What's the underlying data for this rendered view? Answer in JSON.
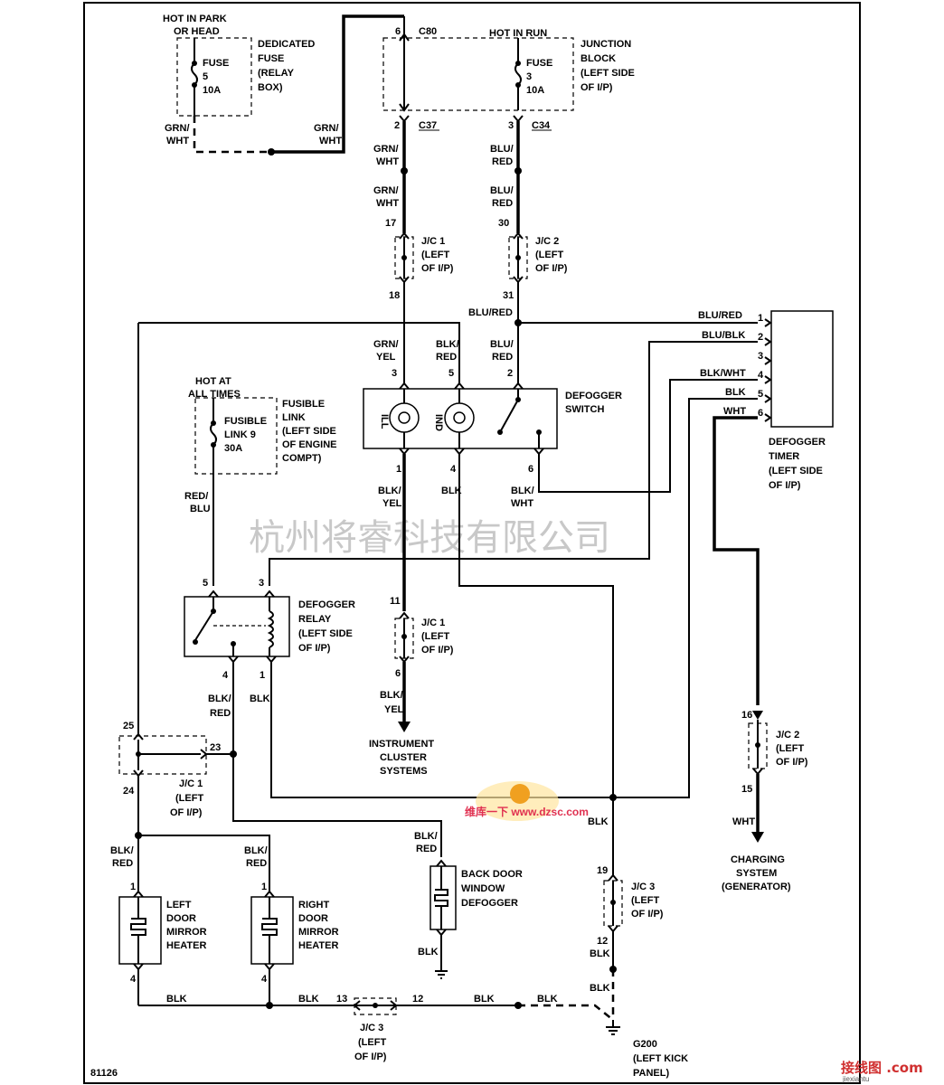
{
  "fuse_box_1": {
    "hot_label": [
      "HOT IN PARK",
      "OR HEAD"
    ],
    "fuse": [
      "FUSE",
      "5",
      "10A"
    ],
    "location": [
      "DEDICATED",
      "FUSE",
      "(RELAY",
      "BOX)"
    ]
  },
  "junction_block": {
    "hot_label": "HOT IN RUN",
    "fuse": [
      "FUSE",
      "3",
      "10A"
    ],
    "location": [
      "JUNCTION",
      "BLOCK",
      "(LEFT SIDE",
      "OF I/P)"
    ],
    "connector_top": "C80",
    "connector_c37": "C37",
    "connector_c34": "C34"
  },
  "fusible_link": {
    "hot_label": [
      "HOT AT",
      "ALL TIMES"
    ],
    "fuse": [
      "FUSIBLE",
      "LINK 9",
      "30A"
    ],
    "location": [
      "FUSIBLE",
      "LINK",
      "(LEFT SIDE",
      "OF ENGINE",
      "COMPT)"
    ]
  },
  "defogger_switch": {
    "name": [
      "DEFOGGER",
      "SWITCH"
    ],
    "ill": "ILL",
    "ind": "IND"
  },
  "defogger_timer": {
    "name": [
      "DEFOGGER",
      "TIMER",
      "(LEFT SIDE",
      "OF I/P)"
    ]
  },
  "defogger_relay": {
    "name": [
      "DEFOGGER",
      "RELAY",
      "(LEFT SIDE",
      "OF I/P)"
    ]
  },
  "jc_labels": {
    "jc1_top": [
      "J/C 1",
      "(LEFT",
      "OF I/P)"
    ],
    "jc2_top": [
      "J/C 2",
      "(LEFT",
      "OF I/P)"
    ],
    "jc1_mid": [
      "J/C 1",
      "(LEFT",
      "OF I/P)"
    ],
    "jc1_left": [
      "J/C 1",
      "(LEFT",
      "OF I/P)"
    ],
    "jc2_right": [
      "J/C 2",
      "(LEFT",
      "OF I/P)"
    ],
    "jc3_right": [
      "J/C 3",
      "(LEFT",
      "OF I/P)"
    ],
    "jc3_bottom": [
      "J/C 3",
      "(LEFT",
      "OF I/P)"
    ]
  },
  "loads": {
    "instrument": [
      "INSTRUMENT",
      "CLUSTER",
      "SYSTEMS"
    ],
    "charging": [
      "CHARGING",
      "SYSTEM",
      "(GENERATOR)"
    ],
    "left_mirror": [
      "LEFT",
      "DOOR",
      "MIRROR",
      "HEATER"
    ],
    "right_mirror": [
      "RIGHT",
      "DOOR",
      "MIRROR",
      "HEATER"
    ],
    "back_door": [
      "BACK DOOR",
      "WINDOW",
      "DEFOGGER"
    ],
    "ground": [
      "G200",
      "(LEFT KICK",
      "PANEL)"
    ]
  },
  "wire_colors": {
    "grn_wht": [
      "GRN/",
      "WHT"
    ],
    "blu_red": [
      "BLU/",
      "RED"
    ],
    "grn_yel": [
      "GRN/",
      "YEL"
    ],
    "blk_red": [
      "BLK/",
      "RED"
    ],
    "blk_yel": [
      "BLK/",
      "YEL"
    ],
    "blk_wht": [
      "BLK/",
      "WHT"
    ],
    "red_blu": [
      "RED/",
      "BLU"
    ],
    "blk": "BLK",
    "wht": "WHT",
    "blu_red_inline": "BLU/RED",
    "blu_blk_inline": "BLU/BLK",
    "blk_wht_inline": "BLK/WHT"
  },
  "pins": {
    "p1": "1",
    "p2": "2",
    "p3": "3",
    "p4": "4",
    "p5": "5",
    "p6": "6",
    "p11": "11",
    "p12": "12",
    "p13": "13",
    "p15": "15",
    "p16": "16",
    "p17": "17",
    "p18": "18",
    "p19": "19",
    "p23": "23",
    "p24": "24",
    "p25": "25",
    "p30": "30",
    "p31": "31"
  },
  "watermark_company": "杭州将睿科技有限公司",
  "watermark_site": "维库一下 www.dzsc.com",
  "corner_logo": "接线图 .com",
  "corner_logo_sub": "jiexiantu",
  "figure_id": "81126"
}
